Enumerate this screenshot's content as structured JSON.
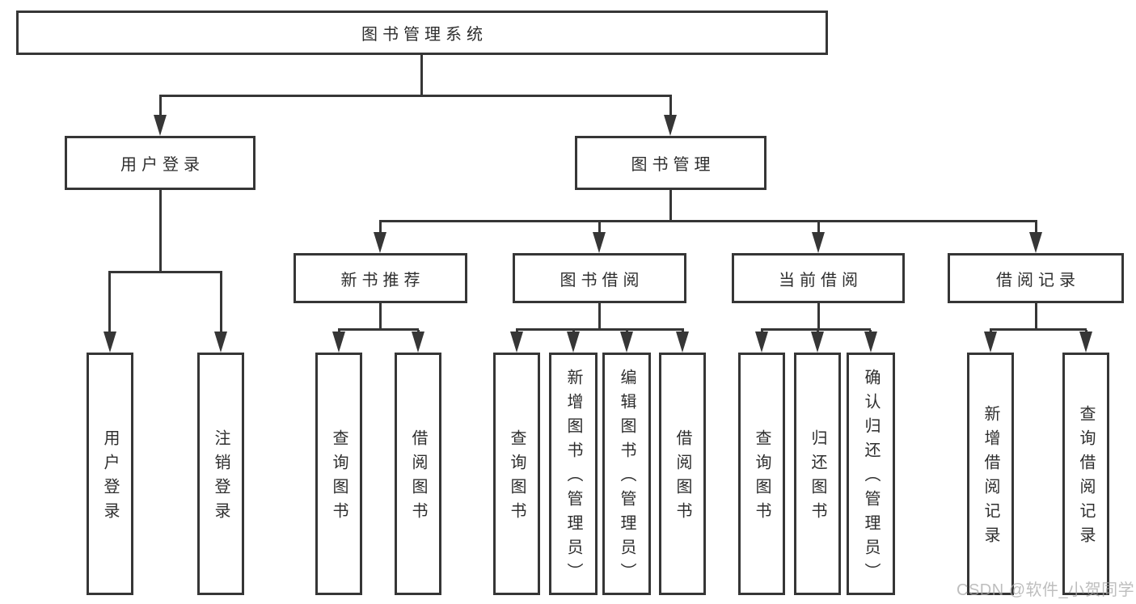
{
  "diagram_title": "图书管理系统",
  "tree": {
    "label": "图书管理系统",
    "children": [
      {
        "label": "用户登录",
        "children": [
          {
            "label": "用户登录"
          },
          {
            "label": "注销登录"
          }
        ]
      },
      {
        "label": "图书管理",
        "children": [
          {
            "label": "新书推荐",
            "children": [
              {
                "label": "查询图书"
              },
              {
                "label": "借阅图书"
              }
            ]
          },
          {
            "label": "图书借阅",
            "children": [
              {
                "label": "查询图书"
              },
              {
                "label": "新增图书（管理员）"
              },
              {
                "label": "编辑图书（管理员）"
              },
              {
                "label": "借阅图书"
              }
            ]
          },
          {
            "label": "当前借阅",
            "children": [
              {
                "label": "查询图书"
              },
              {
                "label": "归还图书"
              },
              {
                "label": "确认归还（管理员）"
              }
            ]
          },
          {
            "label": "借阅记录",
            "children": [
              {
                "label": "新增借阅记录"
              },
              {
                "label": "查询借阅记录"
              }
            ]
          }
        ]
      }
    ]
  },
  "watermark": {
    "text": "CSDN @软件_小贺同学"
  },
  "colors": {
    "line": "#363636",
    "node_text": "#2e2e2e",
    "background": "#ffffff",
    "watermark": "#b5b5b5"
  }
}
